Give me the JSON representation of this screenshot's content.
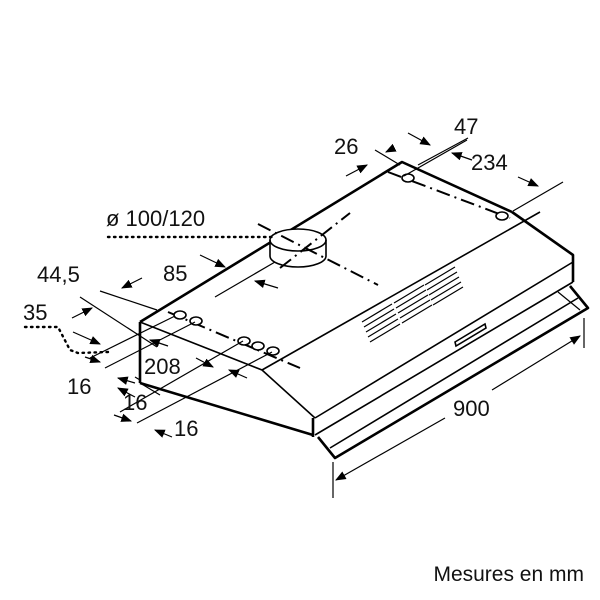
{
  "diagram": {
    "subject": "range hood dimension drawing",
    "units_caption": "Mesures en mm",
    "dimensions": {
      "duct_diameter": "ø 100/120",
      "top_front_offset": "26",
      "top_rear_offset": "47",
      "rear_hole_spacing": "234",
      "duct_offset": "85",
      "left_offset_a": "44,5",
      "left_offset_b": "35",
      "front_hole_spacing": "208",
      "hole_pitch_1": "16",
      "hole_pitch_2": "16",
      "hole_pitch_3": "16",
      "width": "900"
    }
  }
}
